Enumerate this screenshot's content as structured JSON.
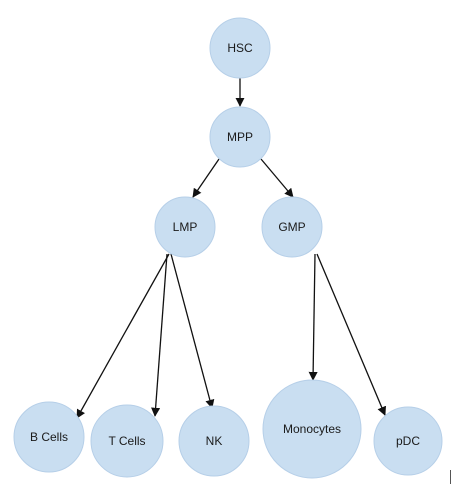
{
  "diagram": {
    "nodes": [
      {
        "id": "hsc",
        "label": "HSC"
      },
      {
        "id": "mpp",
        "label": "MPP"
      },
      {
        "id": "lmp",
        "label": "LMP"
      },
      {
        "id": "gmp",
        "label": "GMP"
      },
      {
        "id": "bcells",
        "label": "B Cells"
      },
      {
        "id": "tcells",
        "label": "T Cells"
      },
      {
        "id": "nk",
        "label": "NK"
      },
      {
        "id": "monocytes",
        "label": "Monocytes"
      },
      {
        "id": "pdc",
        "label": "pDC"
      }
    ],
    "edges": [
      {
        "from": "hsc",
        "to": "mpp"
      },
      {
        "from": "mpp",
        "to": "lmp"
      },
      {
        "from": "mpp",
        "to": "gmp"
      },
      {
        "from": "lmp",
        "to": "bcells"
      },
      {
        "from": "lmp",
        "to": "tcells"
      },
      {
        "from": "lmp",
        "to": "nk"
      },
      {
        "from": "gmp",
        "to": "monocytes"
      },
      {
        "from": "gmp",
        "to": "pdc"
      }
    ],
    "colors": {
      "node_fill": "#c9def1",
      "edge": "#111111"
    }
  }
}
